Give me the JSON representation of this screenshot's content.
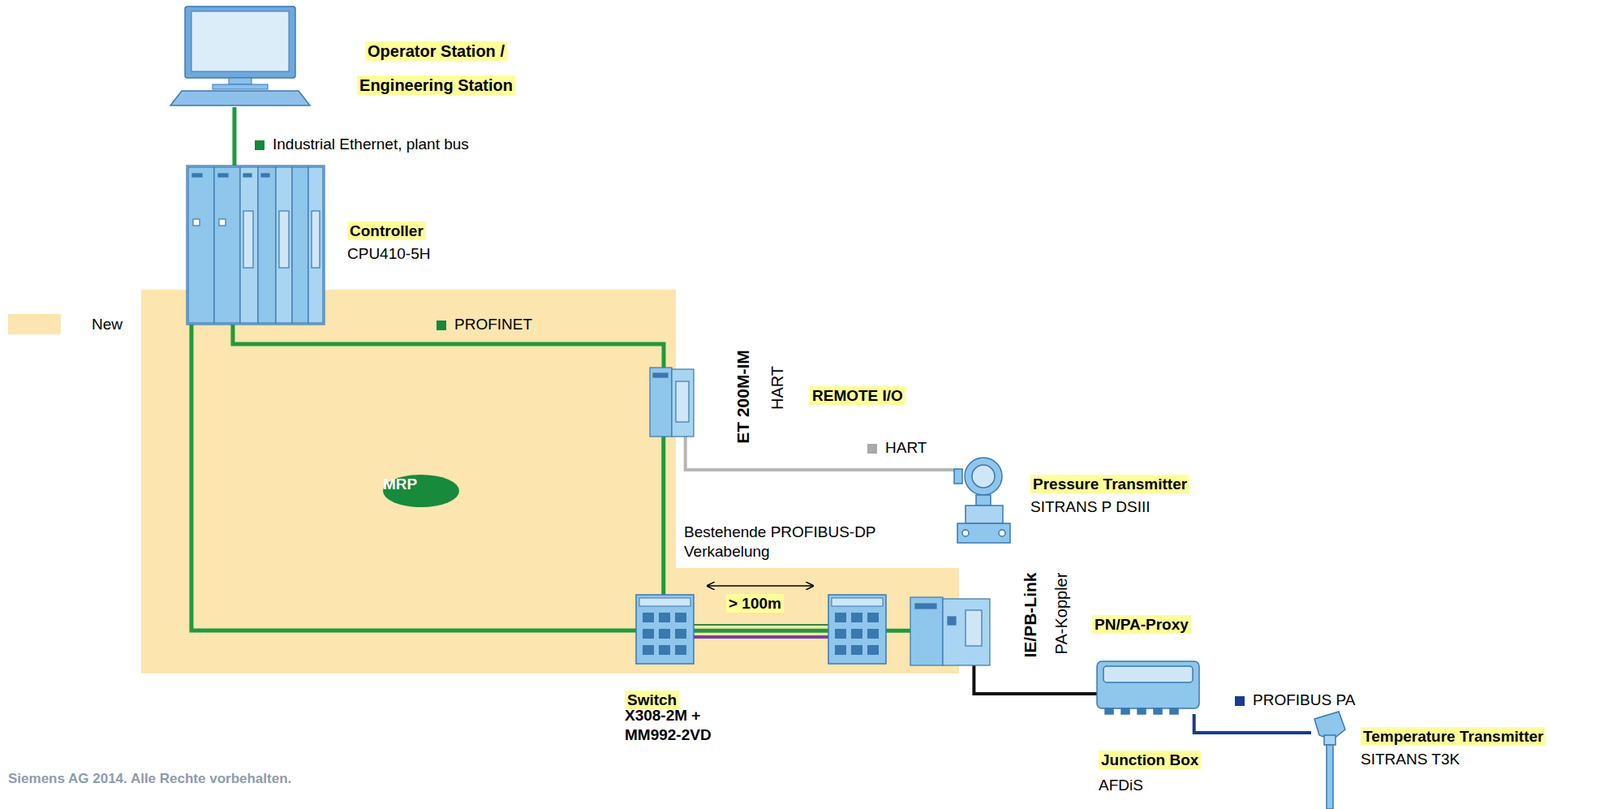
{
  "diagram": {
    "nodes": [
      {
        "text": [
          "Operator Station / Engineering Station"
        ]
      },
      {
        "text": [
          "Controller",
          "CPU410-5H"
        ]
      },
      {
        "text": [
          "MRP"
        ]
      },
      {
        "text": [
          "ET 200M-IM",
          "HART",
          "REMOTE I/O"
        ]
      },
      {
        "text": [
          "Pressure Transmitter",
          "SITRANS P DSIII"
        ]
      },
      {
        "text": [
          "Switch",
          "X308-2M + MM992-2VD"
        ]
      },
      {
        "text": [
          "IE/PB-Link",
          "PA-Koppler"
        ]
      },
      {
        "text": [
          "PN/PA-Proxy",
          "Junction Box",
          "AFDiS"
        ]
      },
      {
        "text": [
          "Temperature Transmitter",
          "SITRANS T3K"
        ]
      }
    ],
    "edges": [
      {
        "from": 0,
        "to": 1,
        "arrow": "none",
        "label": "Industrial Ethernet, plant bus"
      },
      {
        "from": 1,
        "to": 3,
        "arrow": "none",
        "label": "PROFINET"
      },
      {
        "from": 3,
        "to": 4,
        "arrow": "none",
        "label": "HART"
      },
      {
        "from": 3,
        "to": 5,
        "arrow": "none"
      },
      {
        "from": 1,
        "to": 5,
        "arrow": "none"
      },
      {
        "from": 5,
        "to": 6,
        "arrow": "none",
        "label": "Bestehende PROFIBUS-DP Verkabelung"
      },
      {
        "from": 6,
        "to": 7,
        "arrow": "none"
      },
      {
        "from": 7,
        "to": 8,
        "arrow": "none",
        "label": "PROFIBUS PA"
      }
    ],
    "labels": [
      "> 100m",
      "Siemens AG 2014. Alle Rechte vorbehalten."
    ],
    "legend": [
      {
        "text": "New",
        "color": "#fce5ae"
      }
    ]
  }
}
